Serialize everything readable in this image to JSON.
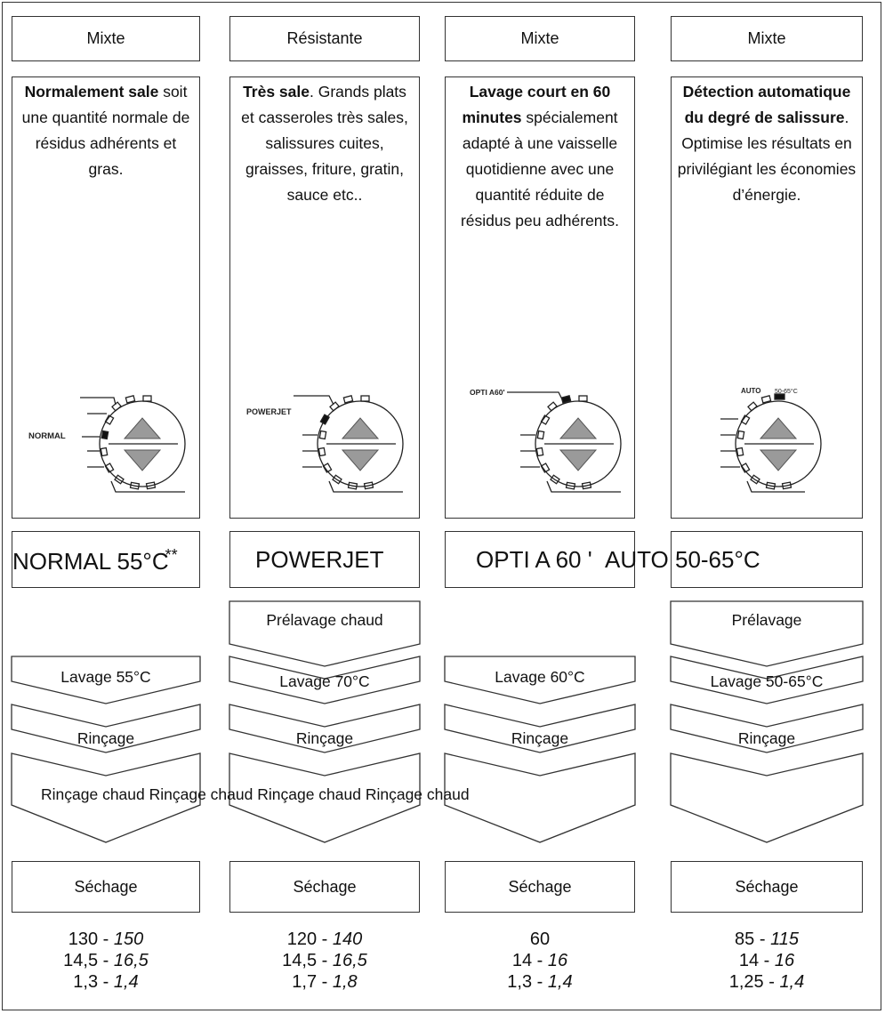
{
  "columns": [
    {
      "header": "Mixte",
      "desc_bold": "Normalement sale",
      "desc_rest": "soit une quantité normale de résidus adhérents et gras.",
      "dial_label": "NORMAL",
      "program": "NORMAL 55°C",
      "program_mark": "**",
      "steps": [
        "Lavage 55°C",
        "Rinçage"
      ],
      "drying": "Séchage",
      "values": [
        [
          "130 - ",
          "150"
        ],
        [
          "14,5 - ",
          "16,5"
        ],
        [
          "1,3 - ",
          "1,4"
        ]
      ]
    },
    {
      "header": "Résistante",
      "desc_bold": "Très sale",
      "desc_rest": ". Grands plats et casseroles très sales, salissures cuites, graisses, friture, gratin, sauce etc..",
      "dial_label": "POWERJET",
      "program": "POWERJET",
      "steps": [
        "Prélavage chaud",
        "Lavage 70°C",
        "Rinçage"
      ],
      "drying": "Séchage",
      "values": [
        [
          "120 - ",
          "140"
        ],
        [
          "14,5 - ",
          "16,5"
        ],
        [
          "1,7 - ",
          "1,8"
        ]
      ]
    },
    {
      "header": "Mixte",
      "desc_bold": "Lavage court en 60 minutes",
      "desc_rest": "spécialement adapté à une vaisselle quotidienne avec une quantité réduite de résidus peu adhérents.",
      "dial_label": "OPTI A60'",
      "program": "OPTI A 60 '",
      "steps": [
        "Lavage 60°C",
        "Rinçage"
      ],
      "drying": "Séchage",
      "values": [
        [
          "60",
          ""
        ],
        [
          "14 - ",
          "16"
        ],
        [
          "1,3 - ",
          "1,4"
        ]
      ]
    },
    {
      "header": "Mixte",
      "desc_bold": "Détection automatique du degré de salissure",
      "desc_rest": ". Optimise les résultats en privilégiant les économies d’énergie.",
      "dial_label": "AUTO",
      "dial_label_temp": "50-65°C",
      "program": "AUTO 50-65°C",
      "steps": [
        "Prélavage",
        "Lavage 50-65°C",
        "Rinçage"
      ],
      "drying": "Séchage",
      "values": [
        [
          "85 - ",
          "115"
        ],
        [
          "14 - ",
          "16"
        ],
        [
          "1,25 - ",
          "1,4"
        ]
      ]
    }
  ],
  "hot_rinse_line": "Rinçage chaud Rinçage chaud Rinçage chaud Rinçage chaud",
  "colors": {
    "ink": "#111111",
    "arrow_fill": "#9a9a9a",
    "border": "#333333"
  }
}
